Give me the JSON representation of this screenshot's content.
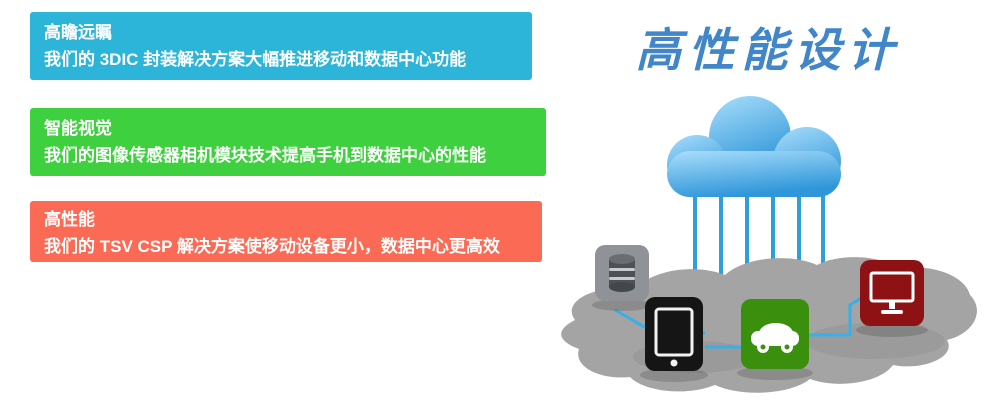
{
  "banners": [
    {
      "title": "高瞻远瞩",
      "description": "我们的 3DIC 封装解决方案大幅推进移动和数据中心功能",
      "color": "#2cb5d8"
    },
    {
      "title": "智能视觉",
      "description": "我们的图像传感器相机模块技术提高手机到数据中心的性能",
      "color": "#3ed03e"
    },
    {
      "title": "高性能",
      "description": "我们的 TSV CSP 解决方案使移动设备更小，数据中心更高效",
      "color": "#fb6a55"
    }
  ],
  "headline": {
    "text": "高性能设计",
    "color": "#4086c8"
  },
  "illustration": {
    "cloud_color": "#3fa9e6",
    "island_color": "#a4a4a4",
    "line_color": "#2f9fd9",
    "circuit_color": "#35b0e8",
    "icons": [
      {
        "name": "database-icon",
        "color": "#8f9296"
      },
      {
        "name": "tablet-icon",
        "color": "#151515"
      },
      {
        "name": "car-icon",
        "color": "#3a8f0d"
      },
      {
        "name": "monitor-icon",
        "color": "#8e1213"
      }
    ]
  }
}
